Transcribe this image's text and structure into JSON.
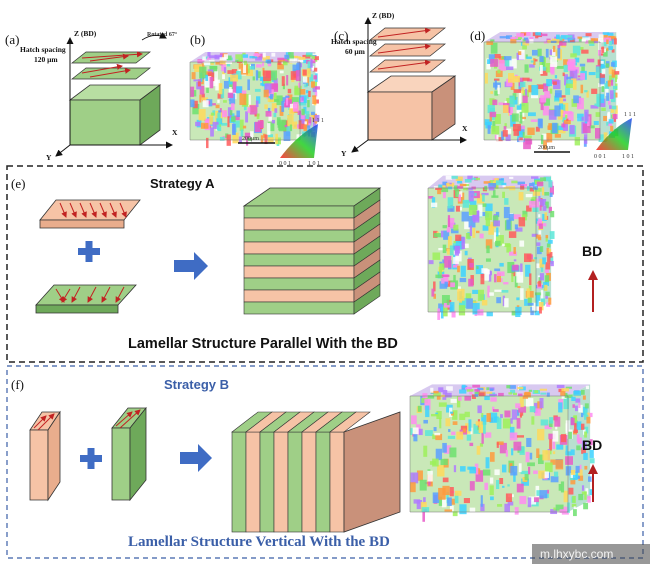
{
  "colors": {
    "green": "#9fcf87",
    "green_dark": "#6ea95a",
    "peach": "#f6c3a6",
    "peach_dark": "#c9917a",
    "arrow_red": "#c22222",
    "strategy_b_blue": "#3b5fa8",
    "plus_blue": "#3f6cc4",
    "bd_arrow": "#b32020"
  },
  "panels": {
    "a": {
      "label": "(a)",
      "axis_z": "Z (BD)",
      "axis_x": "X",
      "axis_y": "Y",
      "hatch_line1": "Hatch spacing",
      "hatch_line2": "120 μm",
      "rotation": "Rotated 67°"
    },
    "b": {
      "label": "(b)",
      "scale_bar": "200μm"
    },
    "c": {
      "label": "(c)",
      "axis_z": "Z (BD)",
      "axis_x": "X",
      "axis_y": "Y",
      "hatch_line1": "Hatch spacing",
      "hatch_line2": "60 μm"
    },
    "d": {
      "label": "(d)",
      "scale_bar": "200μm"
    },
    "e": {
      "label": "(e)",
      "title": "Strategy A",
      "caption": "Lamellar Structure Parallel  With the BD",
      "bd": "BD"
    },
    "f": {
      "label": "(f)",
      "title": "Strategy B",
      "caption": "Lamellar Structure Vertical With the BD",
      "bd": "BD"
    }
  },
  "ipf_legend": {
    "corner_001": "0 0 1",
    "corner_101": "1 0 1",
    "corner_111": "1 1 1"
  },
  "watermark": "m.lhxybc.com"
}
